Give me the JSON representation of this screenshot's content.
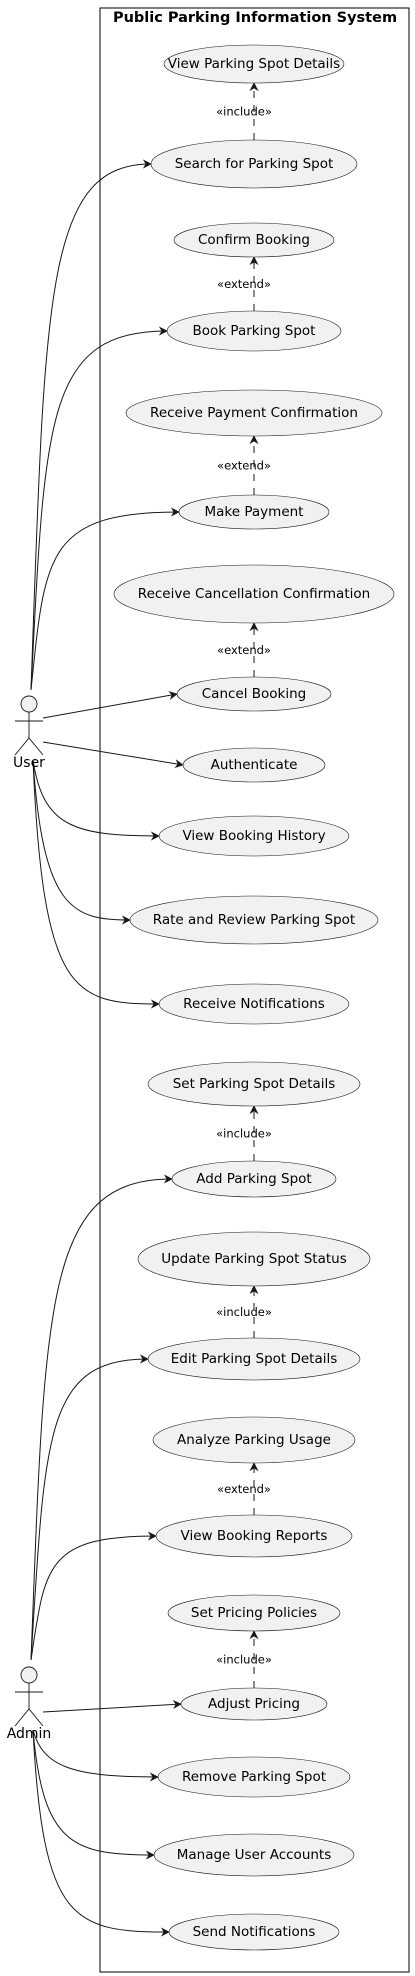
{
  "system": {
    "title": "Public Parking Information System"
  },
  "actors": {
    "user": "User",
    "admin": "Admin"
  },
  "use_cases": {
    "view_details": "View Parking Spot Details",
    "search": "Search for Parking Spot",
    "confirm_booking": "Confirm Booking",
    "book": "Book Parking Spot",
    "payment_confirmation": "Receive Payment Confirmation",
    "make_payment": "Make Payment",
    "cancellation_confirmation": "Receive Cancellation Confirmation",
    "cancel": "Cancel Booking",
    "authenticate": "Authenticate",
    "history": "View Booking History",
    "rate_review": "Rate and Review Parking Spot",
    "notifications": "Receive Notifications",
    "set_details": "Set Parking Spot Details",
    "add_spot": "Add Parking Spot",
    "update_status": "Update Parking Spot Status",
    "edit_details": "Edit Parking Spot Details",
    "analyze_usage": "Analyze Parking Usage",
    "booking_reports": "View Booking Reports",
    "pricing_policies": "Set Pricing Policies",
    "adjust_pricing": "Adjust Pricing",
    "remove_spot": "Remove Parking Spot",
    "manage_accounts": "Manage User Accounts",
    "send_notifications": "Send Notifications"
  },
  "relations": {
    "include": "«include»",
    "extend": "«extend»"
  },
  "associations": [
    {
      "actor": "user",
      "use_case": "search"
    },
    {
      "actor": "user",
      "use_case": "book"
    },
    {
      "actor": "user",
      "use_case": "make_payment"
    },
    {
      "actor": "user",
      "use_case": "cancel"
    },
    {
      "actor": "user",
      "use_case": "authenticate"
    },
    {
      "actor": "user",
      "use_case": "history"
    },
    {
      "actor": "user",
      "use_case": "rate_review"
    },
    {
      "actor": "user",
      "use_case": "notifications"
    },
    {
      "actor": "admin",
      "use_case": "add_spot"
    },
    {
      "actor": "admin",
      "use_case": "edit_details"
    },
    {
      "actor": "admin",
      "use_case": "booking_reports"
    },
    {
      "actor": "admin",
      "use_case": "adjust_pricing"
    },
    {
      "actor": "admin",
      "use_case": "remove_spot"
    },
    {
      "actor": "admin",
      "use_case": "manage_accounts"
    },
    {
      "actor": "admin",
      "use_case": "send_notifications"
    }
  ],
  "dependencies": [
    {
      "from": "search",
      "to": "view_details",
      "type": "include"
    },
    {
      "from": "book",
      "to": "confirm_booking",
      "type": "extend"
    },
    {
      "from": "make_payment",
      "to": "payment_confirmation",
      "type": "extend"
    },
    {
      "from": "cancel",
      "to": "cancellation_confirmation",
      "type": "extend"
    },
    {
      "from": "add_spot",
      "to": "set_details",
      "type": "include"
    },
    {
      "from": "edit_details",
      "to": "update_status",
      "type": "include"
    },
    {
      "from": "booking_reports",
      "to": "analyze_usage",
      "type": "extend"
    },
    {
      "from": "adjust_pricing",
      "to": "pricing_policies",
      "type": "include"
    }
  ]
}
